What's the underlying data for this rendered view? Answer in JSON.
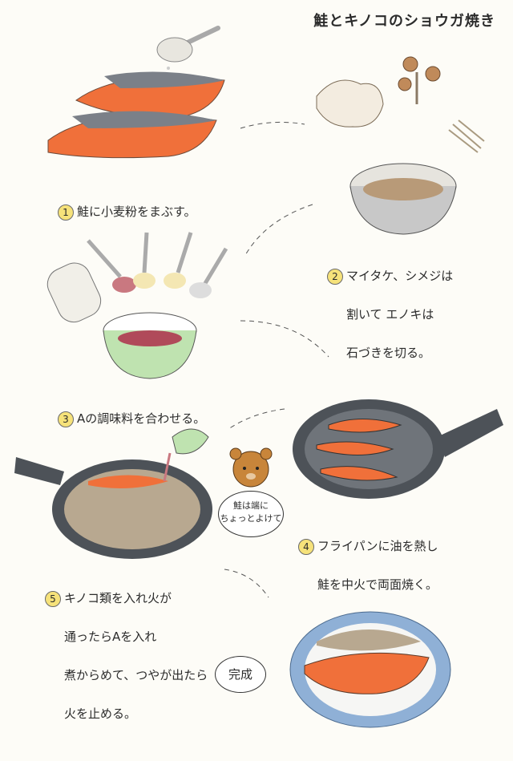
{
  "title": "鮭とキノコのショウガ焼き",
  "steps": [
    {
      "num": "1",
      "lines": [
        "鮭に小麦粉をまぶす。"
      ]
    },
    {
      "num": "2",
      "lines": [
        "マイタケ、シメジは",
        "割いて エノキは",
        "石づきを切る。"
      ]
    },
    {
      "num": "3",
      "lines": [
        "Aの調味料を合わせる。"
      ]
    },
    {
      "num": "4",
      "lines": [
        "フライパンに油を熱し",
        "鮭を中火で両面焼く。"
      ]
    },
    {
      "num": "5",
      "lines": [
        "キノコ類を入れ火が",
        "通ったらAを入れ",
        "煮からめて、つやが出たら",
        "火を止める。"
      ]
    }
  ],
  "bear_bubble": [
    "鮭は端に",
    "ちょっとよけて"
  ],
  "done_bubble": "完成",
  "colors": {
    "salmon": "#f0703a",
    "skin": "#7b8088",
    "bowl_green": "#bfe3b0",
    "pan": "#4d5258",
    "plate_blue": "#8fb0d6",
    "bear": "#c8853a",
    "number_badge": "#f6e27a"
  }
}
